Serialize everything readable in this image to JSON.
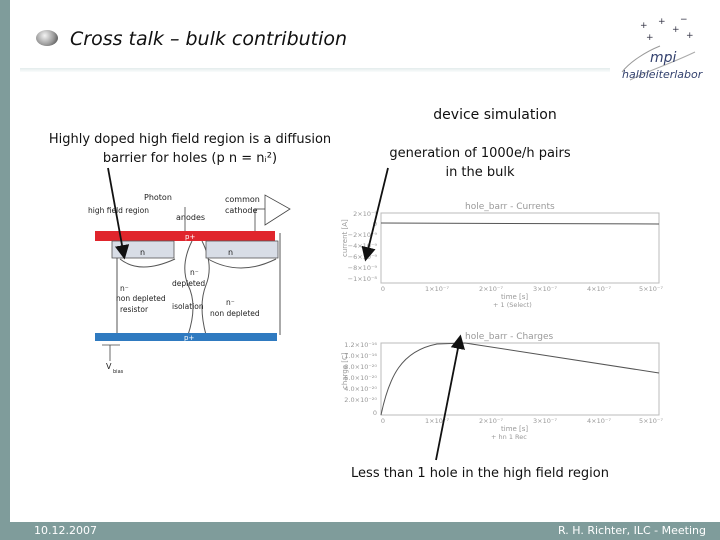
{
  "slide": {
    "title": "Cross talk – bulk contribution",
    "left_caption_line1": "Highly doped high field region is a diffusion",
    "left_caption_line2": "barrier for holes  (p n = nᵢ²)",
    "device_simulation": "device simulation",
    "generation_line1": "generation of 1000e/h pairs",
    "generation_line2": "in the bulk",
    "bottom_caption": "Less than 1 hole in the high field region"
  },
  "logo": {
    "line1": "mpi",
    "line2": "halbleiterlabor"
  },
  "diagram": {
    "photon": "Photon",
    "common_cathode_1": "common",
    "common_cathode_2": "cathode",
    "high_field": "high field region",
    "anodes": "anodes",
    "p_plus_top": "p+",
    "n_left": "n",
    "n_right": "n",
    "n_minus_depleted_1": "n⁻",
    "n_minus_depleted_2": "depleted",
    "n_left_nd_1": "n⁻",
    "n_left_nd_2": "non depleted",
    "n_left_nd_3": "resistor",
    "isolation": "isolation",
    "n_right_nd_1": "n⁻",
    "n_right_nd_2": "non depleted",
    "p_plus_bottom": "p+",
    "vbias": "V",
    "vbias_sub": "bias"
  },
  "plot_currents": {
    "title": "hole_barr - Currents",
    "ylabel": "current [A]",
    "xlabel_1": "time [s]",
    "xlabel_2": "+ 1 (Select)",
    "yticks": [
      "2×10⁻⁹",
      "0",
      "−2×10⁻⁹",
      "−4×10⁻⁹",
      "−6×10⁻⁹",
      "−8×10⁻⁹",
      "−1×10⁻⁸"
    ],
    "xticks": [
      "0",
      "1×10⁻⁷",
      "2×10⁻⁷",
      "3×10⁻⁷",
      "4×10⁻⁷",
      "5×10⁻⁷"
    ]
  },
  "plot_charges": {
    "title": "hole_barr - Charges",
    "ylabel": "charge [C]",
    "xlabel_1": "time [s]",
    "xlabel_2": "+ hn 1 Rec",
    "yticks": [
      "1.2×10⁻¹⁶",
      "1.0×10⁻¹⁶",
      "8.0×10⁻²⁰",
      "6.0×10⁻²⁰",
      "4.0×10⁻²⁰",
      "2.0×10⁻²⁰",
      "0"
    ],
    "xticks": [
      "0",
      "1×10⁻⁷",
      "2×10⁻⁷",
      "3×10⁻⁷",
      "4×10⁻⁷",
      "5×10⁻⁷"
    ]
  },
  "footer": {
    "date": "10.12.2007",
    "author": "R. H. Richter, ILC - Meeting"
  }
}
